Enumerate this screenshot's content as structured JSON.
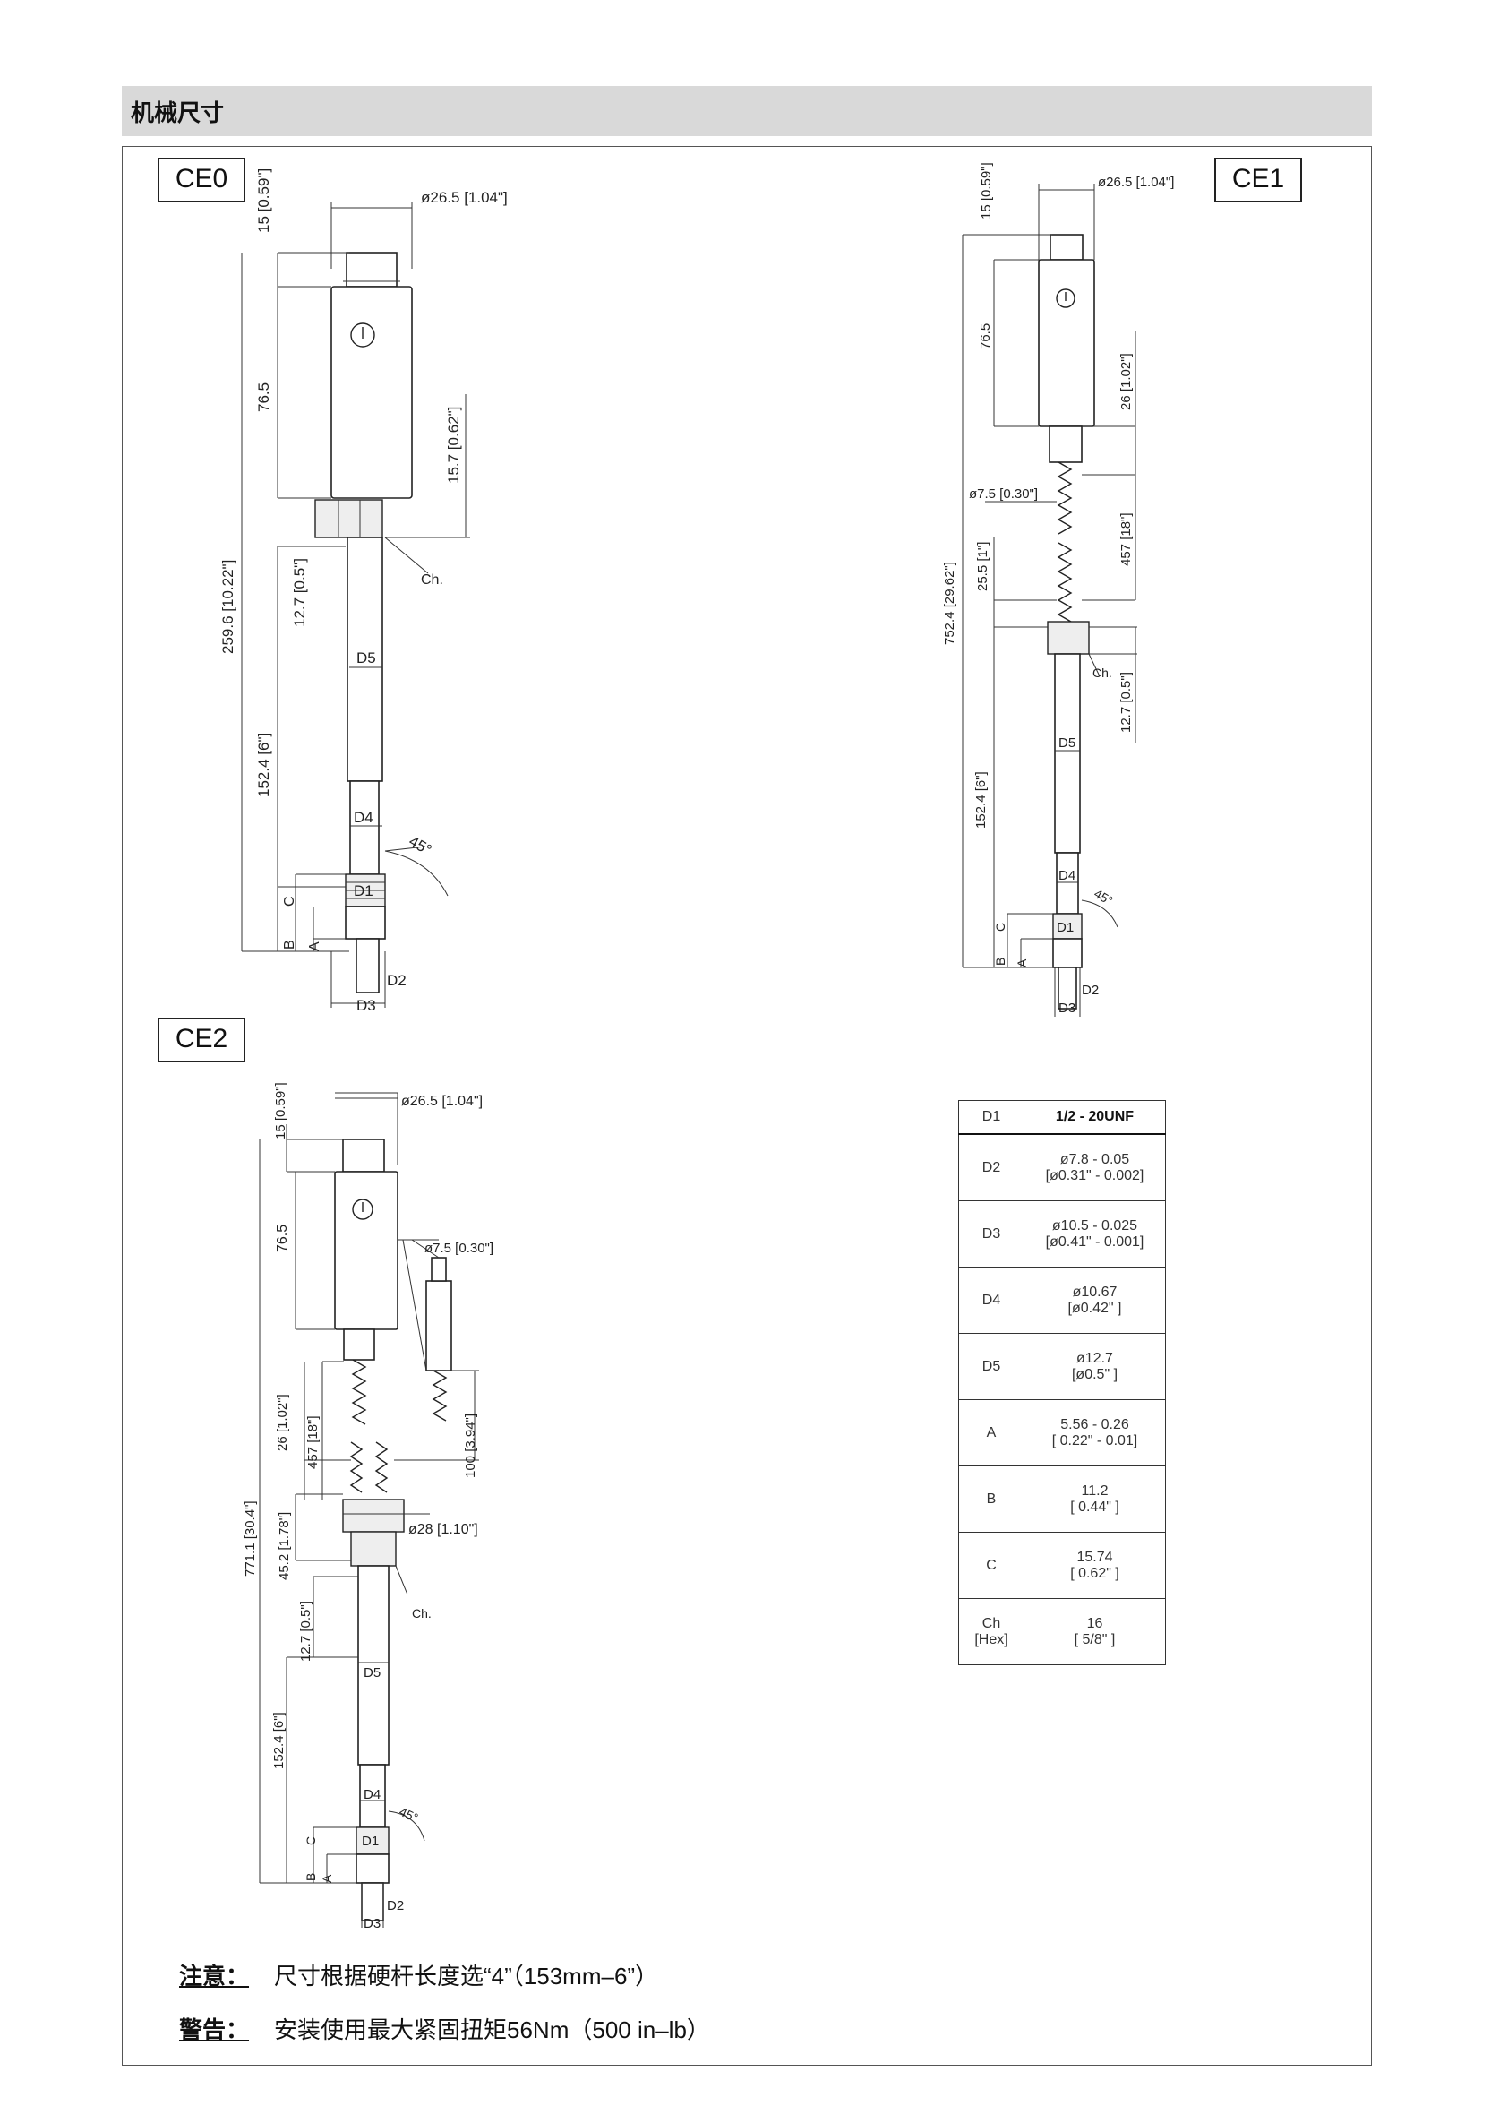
{
  "header": {
    "title": "机械尺寸"
  },
  "labels": {
    "ce0": "CE0",
    "ce1": "CE1",
    "ce2": "CE2"
  },
  "ce0": {
    "dim_top": "15 [0.59\"]",
    "dim_dia": "ø26.5 [1.04\"]",
    "dim_body": "76.5",
    "dim_nut": "15.7 [0.62\"]",
    "dim_total": "259.6 [10.22\"]",
    "dim_12": "12.7 [0.5\"]",
    "dim_152": "152.4 [6\"]",
    "ch": "Ch.",
    "d5": "D5",
    "d4": "D4",
    "d1": "D1",
    "d2": "D2",
    "d3": "D3",
    "a": "A",
    "b": "B",
    "c": "C",
    "angle": "45°"
  },
  "ce1": {
    "dim_top": "15 [0.59\"]",
    "dim_dia": "ø26.5 [1.04\"]",
    "dim_body": "76.5",
    "dim_26": "26 [1.02\"]",
    "dim_cable": "ø7.5 [0.30\"]",
    "dim_457": "457 [18\"]",
    "dim_25": "25.5 [1\"]",
    "dim_total": "752.4 [29.62\"]",
    "dim_12": "12.7 [0.5\"]",
    "dim_152": "152.4 [6\"]",
    "ch": "Ch.",
    "d5": "D5",
    "d4": "D4",
    "d1": "D1",
    "d2": "D2",
    "d3": "D3",
    "a": "A",
    "b": "B",
    "c": "C",
    "angle": "45°"
  },
  "ce2": {
    "dim_top": "15 [0.59\"]",
    "dim_dia": "ø26.5 [1.04\"]",
    "dim_body": "76.5",
    "dim_cable": "ø7.5 [0.30\"]",
    "dim_26": "26 [1.02\"]",
    "dim_457": "457 [18\"]",
    "dim_100": "100 [3.94\"]",
    "dim_total": "771.1 [30.4\"]",
    "dim_45": "45.2 [1.78\"]",
    "dim_28": "ø28 [1.10\"]",
    "dim_12": "12.7 [0.5\"]",
    "dim_152": "152.4 [6\"]",
    "ch": "Ch.",
    "d5": "D5",
    "d4": "D4",
    "d1": "D1",
    "d2": "D2",
    "d3": "D3",
    "a": "A",
    "b": "B",
    "c": "C",
    "angle": "45°"
  },
  "spec_table": {
    "header": {
      "key": "D1",
      "value": "1/2 - 20UNF"
    },
    "rows": [
      {
        "key": "D2",
        "v1": "ø7.8 - 0.05",
        "v2": "[ø0.31\" - 0.002]"
      },
      {
        "key": "D3",
        "v1": "ø10.5 - 0.025",
        "v2": "[ø0.41\" - 0.001]"
      },
      {
        "key": "D4",
        "v1": "ø10.67",
        "v2": "[ø0.42\" ]"
      },
      {
        "key": "D5",
        "v1": "ø12.7",
        "v2": "[ø0.5\" ]"
      },
      {
        "key": "A",
        "v1": "5.56 - 0.26",
        "v2": "[ 0.22\" - 0.01]"
      },
      {
        "key": "B",
        "v1": "11.2",
        "v2": "[ 0.44\" ]"
      },
      {
        "key": "C",
        "v1": "15.74",
        "v2": "[ 0.62\" ]"
      },
      {
        "key": "Ch",
        "key2": "[Hex]",
        "v1": "16",
        "v2": "[ 5/8\" ]"
      }
    ]
  },
  "notes": {
    "note_label": "注意：",
    "note_text": "尺寸根据硬杆长度选“4”（153mm–6”）",
    "warn_label": "警告：",
    "warn_text": "安装使用最大紧固扭矩56Nm（500 in–lb）"
  }
}
